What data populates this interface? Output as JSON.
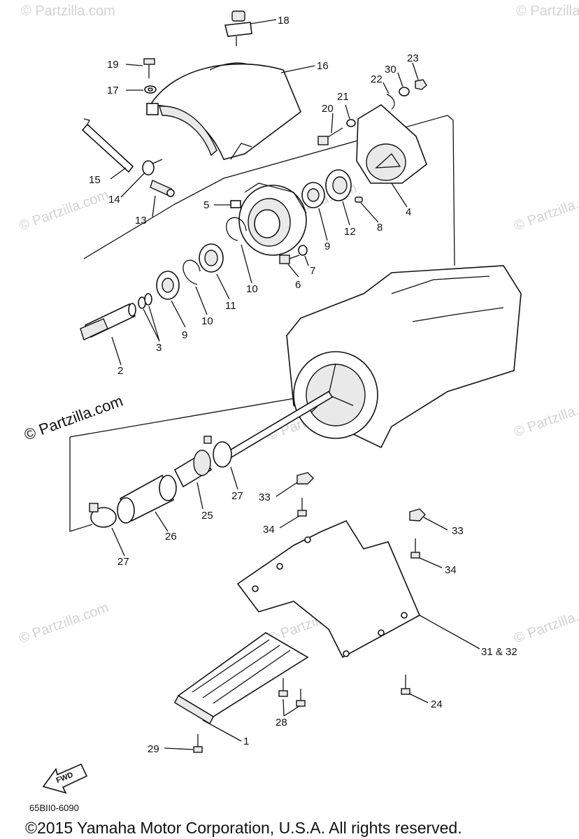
{
  "diagram": {
    "callouts": [
      {
        "id": "c1",
        "text": "1"
      },
      {
        "id": "c2",
        "text": "2"
      },
      {
        "id": "c3",
        "text": "3"
      },
      {
        "id": "c4",
        "text": "4"
      },
      {
        "id": "c5",
        "text": "5"
      },
      {
        "id": "c6",
        "text": "6"
      },
      {
        "id": "c7",
        "text": "7"
      },
      {
        "id": "c8",
        "text": "8"
      },
      {
        "id": "c9a",
        "text": "9"
      },
      {
        "id": "c9b",
        "text": "9"
      },
      {
        "id": "c10a",
        "text": "10"
      },
      {
        "id": "c10b",
        "text": "10"
      },
      {
        "id": "c11",
        "text": "11"
      },
      {
        "id": "c12",
        "text": "12"
      },
      {
        "id": "c13",
        "text": "13"
      },
      {
        "id": "c14",
        "text": "14"
      },
      {
        "id": "c15",
        "text": "15"
      },
      {
        "id": "c16",
        "text": "16"
      },
      {
        "id": "c17",
        "text": "17"
      },
      {
        "id": "c18",
        "text": "18"
      },
      {
        "id": "c19",
        "text": "19"
      },
      {
        "id": "c20",
        "text": "20"
      },
      {
        "id": "c21",
        "text": "21"
      },
      {
        "id": "c22",
        "text": "22"
      },
      {
        "id": "c23",
        "text": "23"
      },
      {
        "id": "c24",
        "text": "24"
      },
      {
        "id": "c25",
        "text": "25"
      },
      {
        "id": "c26",
        "text": "26"
      },
      {
        "id": "c27a",
        "text": "27"
      },
      {
        "id": "c27b",
        "text": "27"
      },
      {
        "id": "c28",
        "text": "28"
      },
      {
        "id": "c29",
        "text": "29"
      },
      {
        "id": "c30",
        "text": "30"
      },
      {
        "id": "c31",
        "text": "31 & 32"
      },
      {
        "id": "c33a",
        "text": "33"
      },
      {
        "id": "c33b",
        "text": "33"
      },
      {
        "id": "c34a",
        "text": "34"
      },
      {
        "id": "c34b",
        "text": "34"
      }
    ],
    "direction_arrow": "FWD",
    "diagram_code": "65BII0-6090",
    "watermark_large": "© Partzilla.com",
    "watermark_small": "© Partzilla.com",
    "copyright": "©2015 Yamaha Motor Corporation, U.S.A. All rights reserved."
  }
}
